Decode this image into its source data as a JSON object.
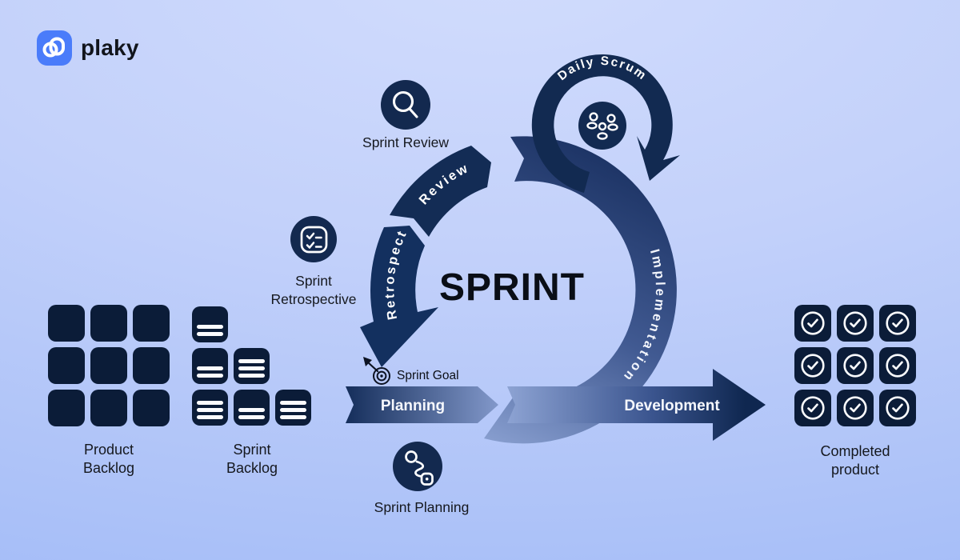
{
  "brand": {
    "name": "plaky",
    "logo_color": "#4a7cfa"
  },
  "colors": {
    "background_top": "#d1dcfd",
    "background_bottom": "#a2bbf7",
    "navy": "#13294f",
    "navy_deep": "#0b1c38",
    "slate_light": "#8fa5d6",
    "text_dark": "#15181e",
    "white": "#ffffff"
  },
  "diagram": {
    "center_label": "SPRINT",
    "ring_labels": {
      "review": "Review",
      "retrospect": "Retrospect",
      "implementation": "Implementation"
    },
    "daily_scrum": {
      "label": "Daily Scrum",
      "icon": "team-huddle-icon"
    },
    "flow_arrows": {
      "planning": "Planning",
      "development": "Development"
    },
    "sprint_goal": {
      "label": "Sprint Goal",
      "icon": "target-dart-icon"
    },
    "events": {
      "sprint_review": {
        "label": "Sprint Review",
        "icon": "magnifier-icon"
      },
      "sprint_retrospective": {
        "label_lines": [
          "Sprint",
          "Retrospective"
        ],
        "icon": "checklist-icon"
      },
      "sprint_planning": {
        "label": "Sprint Planning",
        "icon": "route-icon"
      }
    }
  },
  "artifacts": {
    "product_backlog": {
      "label_lines": [
        "Product",
        "Backlog"
      ],
      "grid": "3x3 solid squares"
    },
    "sprint_backlog": {
      "label_lines": [
        "Sprint",
        "Backlog"
      ],
      "cards_line_counts": [
        [
          2
        ],
        [
          2,
          3
        ],
        [
          3,
          2,
          3
        ]
      ]
    },
    "completed_product": {
      "label_lines": [
        "Completed",
        "product"
      ],
      "grid": "3x3 checked squares"
    }
  }
}
